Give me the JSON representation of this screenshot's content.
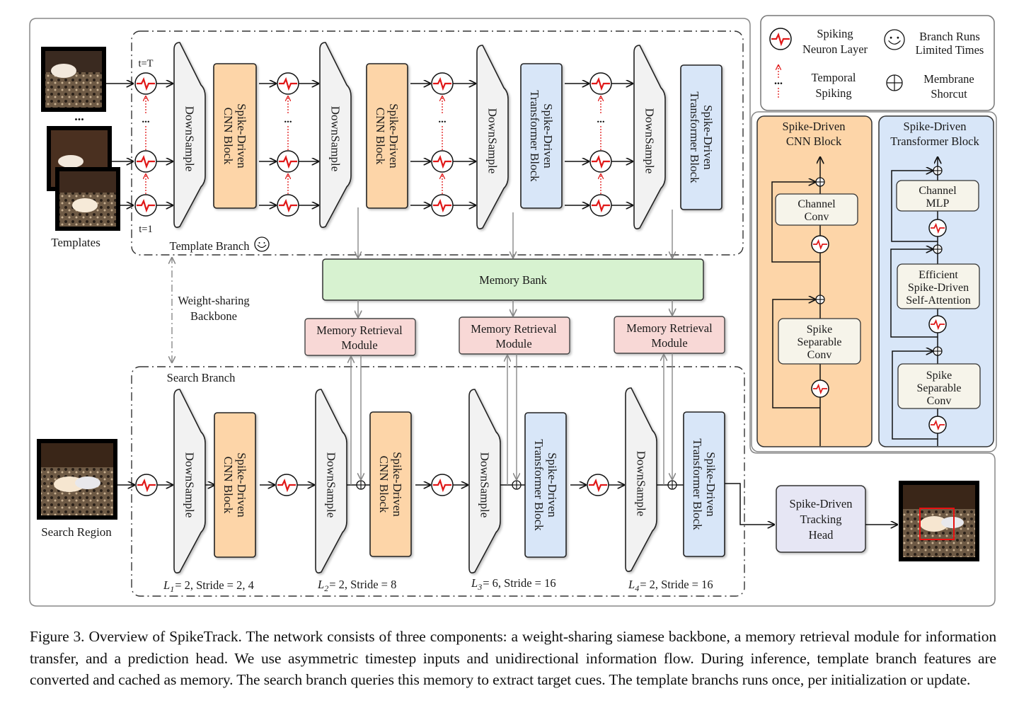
{
  "legend": {
    "spiking_neuron_layer": [
      "Spiking",
      "Neuron Layer"
    ],
    "branch_runs_limited": [
      "Branch Runs",
      "Limited Times"
    ],
    "temporal_spiking": [
      "Temporal",
      "Spiking"
    ],
    "membrane_shortcut": [
      "Membrane",
      "Shorcut"
    ]
  },
  "template_branch": {
    "label": "Template Branch",
    "t_top": "t=T",
    "t_bottom": "t=1",
    "ellipsis": "...",
    "input_label": "Templates",
    "stages": [
      {
        "downsample": "DownSample",
        "block": [
          "Spike-Driven",
          "CNN Block"
        ],
        "type": "cnn"
      },
      {
        "downsample": "DownSample",
        "block": [
          "Spike-Driven",
          "CNN Block"
        ],
        "type": "cnn"
      },
      {
        "downsample": "DownSample",
        "block": [
          "Spike-Driven",
          "Transformer Block"
        ],
        "type": "transformer"
      },
      {
        "downsample": "DownSample",
        "block": [
          "Spike-Driven",
          "Transformer Block"
        ],
        "type": "transformer"
      }
    ]
  },
  "weight_sharing": [
    "Weight-sharing",
    "Backbone"
  ],
  "memory_bank": "Memory Bank",
  "memory_retrieval_modules": [
    [
      "Memory Retrieval",
      "Module"
    ],
    [
      "Memory Retrieval",
      "Module"
    ],
    [
      "Memory Retrieval",
      "Module"
    ]
  ],
  "search_branch": {
    "label": "Search Branch",
    "input_label": "Search Region",
    "stages": [
      {
        "downsample": "DownSample",
        "block": [
          "Spike-Driven",
          "CNN Block"
        ],
        "type": "cnn",
        "L": "1",
        "layers": "= 2, Stride = 2, 4"
      },
      {
        "downsample": "DownSample",
        "block": [
          "Spike-Driven",
          "CNN Block"
        ],
        "type": "cnn",
        "L": "2",
        "layers": "= 2, Stride = 8"
      },
      {
        "downsample": "DownSample",
        "block": [
          "Spike-Driven",
          "Transformer Block"
        ],
        "type": "transformer",
        "L": "3",
        "layers": "= 6, Stride = 16"
      },
      {
        "downsample": "DownSample",
        "block": [
          "Spike-Driven",
          "Transformer Block"
        ],
        "type": "transformer",
        "L": "4",
        "layers": "= 2, Stride = 16"
      }
    ]
  },
  "tracking_head": [
    "Spike-Driven",
    "Tracking",
    "Head"
  ],
  "cnn_block_detail": {
    "title": [
      "Spike-Driven",
      "CNN Block"
    ],
    "channel_conv": [
      "Channel",
      "Conv"
    ],
    "spike_separable_conv": [
      "Spike",
      "Separable",
      "Conv"
    ]
  },
  "transformer_block_detail": {
    "title": [
      "Spike-Driven",
      "Transformer Block"
    ],
    "channel_mlp": [
      "Channel",
      "MLP"
    ],
    "attention": [
      "Efficient",
      "Spike-Driven",
      "Self-Attention"
    ],
    "spike_separable_conv": [
      "Spike",
      "Separable",
      "Conv"
    ]
  },
  "colors": {
    "cnn": "#fdd5a8",
    "transformer": "#d8e6f8",
    "memory_bank": "#d7f2d0",
    "retrieval": "#f8d8d6",
    "head": "#e6e6f4",
    "inner_box": "#f6f4ea",
    "downsample": "#f2f2f2",
    "spike_red": "#e01818",
    "bbox_red": "#e81010"
  },
  "caption": "Figure 3. Overview of SpikeTrack. The network consists of three components: a weight-sharing siamese backbone, a memory retrieval module for information transfer, and a prediction head. We use asymmetric timestep inputs and unidirectional information flow. During inference, template branch features are converted and cached as memory. The search branch queries this memory to extract target cues. The template branchs runs once, per initialization or update."
}
